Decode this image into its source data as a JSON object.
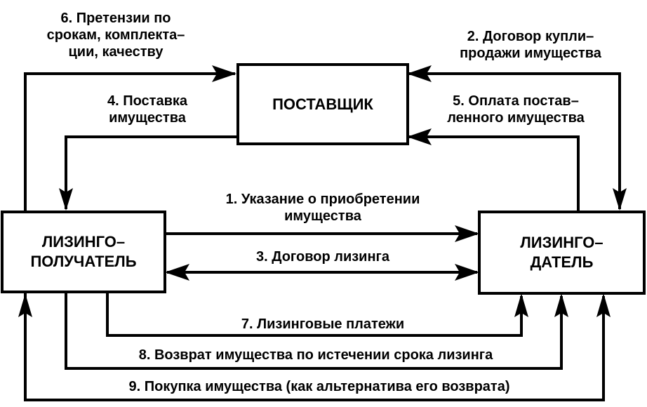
{
  "title": "Схема лизинговой сделки",
  "nodes": {
    "supplier": {
      "label": "ПОСТАВЩИК"
    },
    "lessee": {
      "line1": "ЛИЗИНГО–",
      "line2": "ПОЛУЧАТЕЛЬ"
    },
    "lessor": {
      "line1": "ЛИЗИНГО–",
      "line2": "ДАТЕЛЬ"
    }
  },
  "flows": {
    "f1": {
      "line1": "1. Указание о приобретении",
      "line2": "имущества",
      "from": "lessee",
      "to": "lessor"
    },
    "f2": {
      "line1": "2. Договор  купли–",
      "line2": "продажи имущества",
      "from": "lessor",
      "to": "supplier"
    },
    "f3": {
      "line1": "3. Договор лизинга",
      "from": "lessee",
      "to": "lessor",
      "bidirectional": true
    },
    "f4": {
      "line1": "4. Поставка",
      "line2": "имущества",
      "from": "supplier",
      "to": "lessee"
    },
    "f5": {
      "line1": "5. Оплата постав–",
      "line2": "ленного имущества",
      "from": "lessor",
      "to": "supplier"
    },
    "f6": {
      "line1": "6. Претензии по",
      "line2": "срокам, комплекта–",
      "line3": "ции, качеству",
      "from": "lessee",
      "to": "supplier"
    },
    "f7": {
      "line1": "7. Лизинговые платежи",
      "from": "lessee",
      "to": "lessor"
    },
    "f8": {
      "line1": "8. Возврат имущества по истечении срока лизинга",
      "from": "lessee",
      "to": "lessor"
    },
    "f9": {
      "line1": "9. Покупка имущества (как альтернатива его возврата)",
      "from": "lessee",
      "to": "lessor"
    }
  }
}
